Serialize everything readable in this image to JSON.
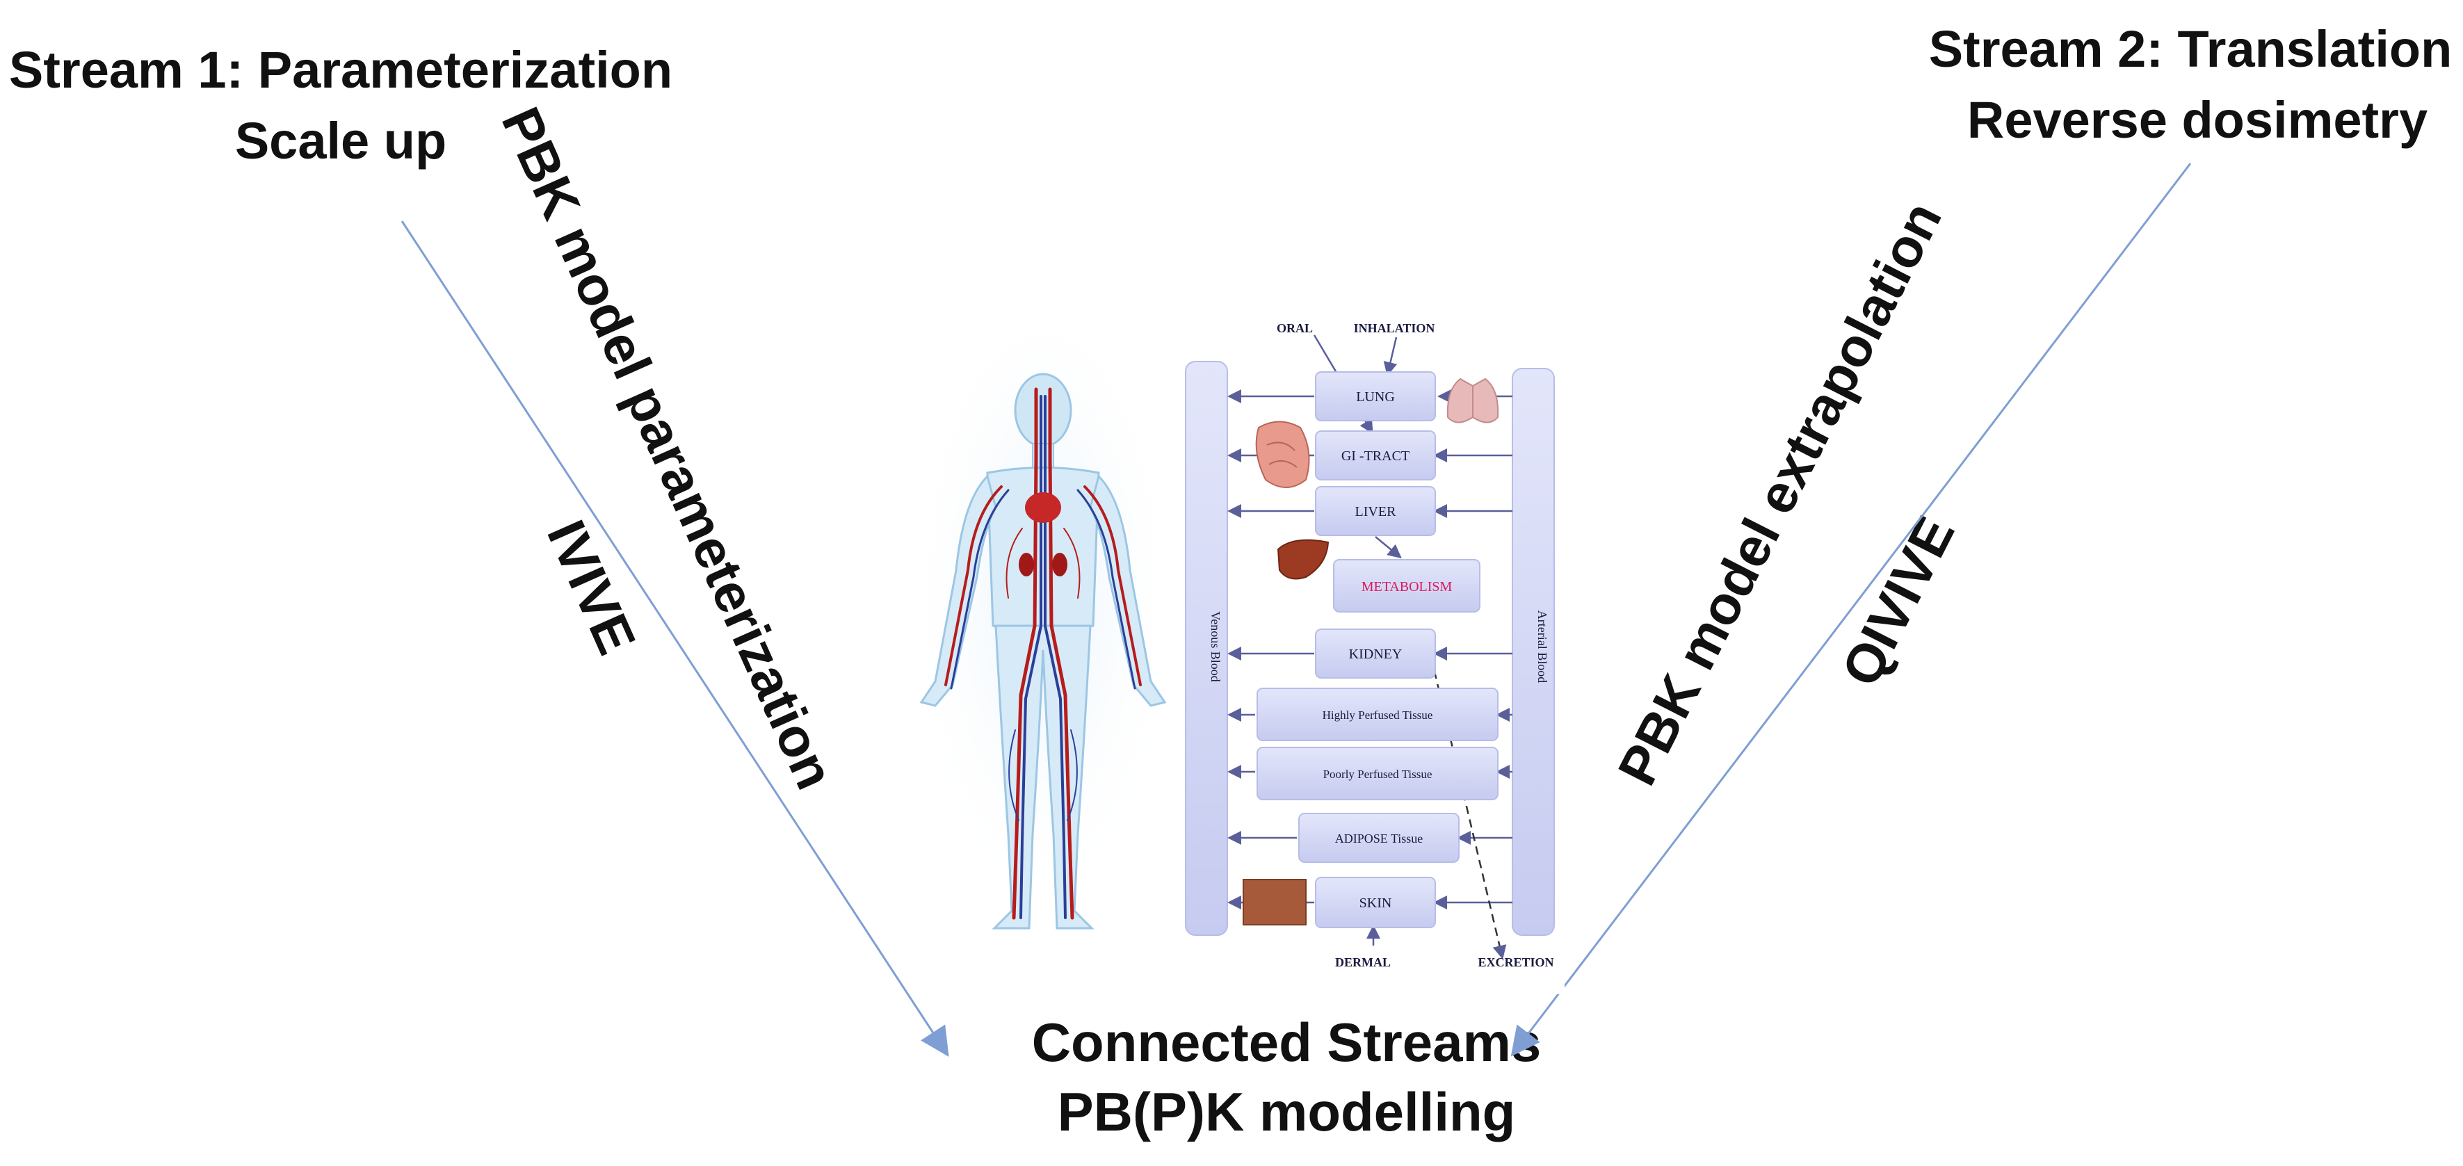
{
  "stream1": {
    "title": "Stream 1: Parameterization",
    "subtitle": "Scale up"
  },
  "stream2": {
    "title": "Stream 2: Translation",
    "subtitle": "Reverse dosimetry"
  },
  "left_arrow_labels": {
    "outer": "PBK model parameterization",
    "inner": "IVIVE"
  },
  "right_arrow_labels": {
    "outer": "PBK model extrapolation",
    "inner": "QIVIVE"
  },
  "bottom": {
    "title": "Connected Streams",
    "subtitle": "PB(P)K modelling"
  },
  "pbk_diagram": {
    "venous_label": "Venous Blood",
    "arterial_label": "Arterial Blood",
    "routes": {
      "oral": "ORAL",
      "inhalation": "INHALATION",
      "dermal": "DERMAL",
      "excretion": "EXCRETION"
    },
    "compartments": {
      "lung": "LUNG",
      "gi_tract": "GI -TRACT",
      "liver": "LIVER",
      "metabolism": "METABOLISM",
      "kidney": "KIDNEY",
      "highly_perfused": "Highly Perfused Tissue",
      "poorly_perfused": "Poorly Perfused Tissue",
      "adipose": "ADIPOSE Tissue",
      "skin": "SKIN"
    }
  },
  "colors": {
    "arrow": "#7f9fd4",
    "box": "#cfd3f4",
    "box_stroke": "#b7bde8",
    "metabolism_text": "#d81b60",
    "text": "#111111"
  }
}
